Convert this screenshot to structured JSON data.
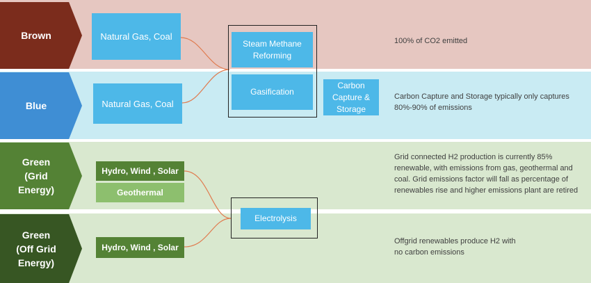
{
  "rows": {
    "brown": {
      "label": "Brown",
      "color": "#7b2c1c",
      "band": "#e6c7c1",
      "source": "Natural Gas, Coal",
      "description": "100% of CO2 emitted"
    },
    "blue": {
      "label": "Blue",
      "color": "#3f8ed4",
      "band": "#c9ebf3",
      "source": "Natural Gas, Coal",
      "description": "Carbon Capture and Storage typically only captures\n80%-90% of emissions"
    },
    "green_grid": {
      "label": "Green\n(Grid\nEnergy)",
      "color": "#548235",
      "band": "#d9e8cf",
      "source_primary": "Hydro, Wind , Solar",
      "source_secondary": "Geothermal",
      "description": "Grid connected H2 production is currently 85%\nrenewable, with emissions from gas, geothermal and\ncoal.  Grid emissions factor will fall as percentage of\nrenewables rise and higher emissions plant are retired"
    },
    "green_offgrid": {
      "label": "Green\n(Off Grid\nEnergy)",
      "color": "#375623",
      "band": "#d9e8cf",
      "source": "Hydro, Wind , Solar",
      "description": "Offgrid renewables produce H2 with\nno carbon emissions"
    }
  },
  "processes": {
    "smr": "Steam Methane\nReforming",
    "gasification": "Gasification",
    "ccs": "Carbon\nCapture &\nStorage",
    "electrolysis": "Electrolysis"
  },
  "connector_color": "#e07b4f"
}
